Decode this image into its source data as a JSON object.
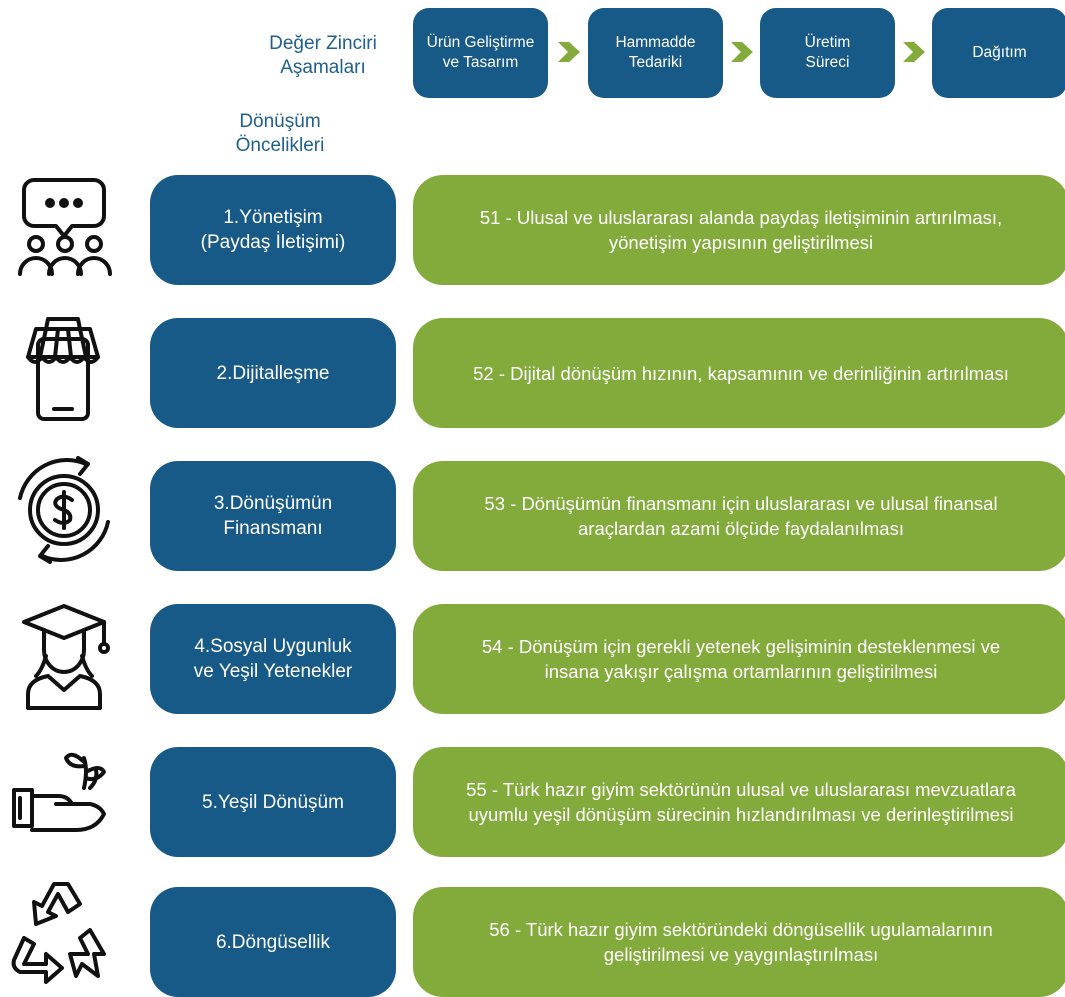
{
  "header": {
    "value_chain_label": "Değer Zinciri\nAşamaları",
    "priorities_label": "Dönüşüm\nÖncelikleri",
    "stages": [
      {
        "label": "Ürün Geliştirme\nve Tasarım"
      },
      {
        "label": "Hammadde\nTedariki"
      },
      {
        "label": "Üretim\nSüreci"
      },
      {
        "label": "Dağıtım"
      }
    ]
  },
  "colors": {
    "primary": "#175a87",
    "accent": "#83ab3c",
    "header_text": "#1f5f8b"
  },
  "rows": [
    {
      "icon": "people-chat-icon",
      "priority": "1.Yönetişim\n(Paydaş İletişimi)",
      "goal": "51 - Ulusal ve uluslararası alanda paydaş iletişiminin artırılması,\nyönetişim yapısının geliştirilmesi"
    },
    {
      "icon": "mobile-store-icon",
      "priority": "2.Dijitalleşme",
      "goal": "52 - Dijital dönüşüm hızının, kapsamının ve derinliğinin artırılması"
    },
    {
      "icon": "dollar-cycle-icon",
      "priority": "3.Dönüşümün\nFinansmanı",
      "goal": "53 - Dönüşümün finansmanı için uluslararası ve ulusal finansal\naraçlardan azami ölçüde faydalanılması"
    },
    {
      "icon": "graduate-icon",
      "priority": "4.Sosyal Uygunluk\nve Yeşil Yetenekler",
      "goal": "54 - Dönüşüm için gerekli yetenek gelişiminin desteklenmesi ve\ninsana yakışır çalışma ortamlarının geliştirilmesi"
    },
    {
      "icon": "hand-sprout-icon",
      "priority": "5.Yeşil Dönüşüm",
      "goal": "55 - Türk hazır giyim sektörünün ulusal ve uluslararası mevzuatlara\nuyumlu yeşil dönüşüm sürecinin hızlandırılması ve derinleştirilmesi"
    },
    {
      "icon": "recycle-icon",
      "priority": "6.Döngüsellik",
      "goal": "56 - Türk hazır giyim sektöründeki döngüsellik ugulamalarının\ngeliştirilmesi ve yaygınlaştırılması"
    }
  ]
}
